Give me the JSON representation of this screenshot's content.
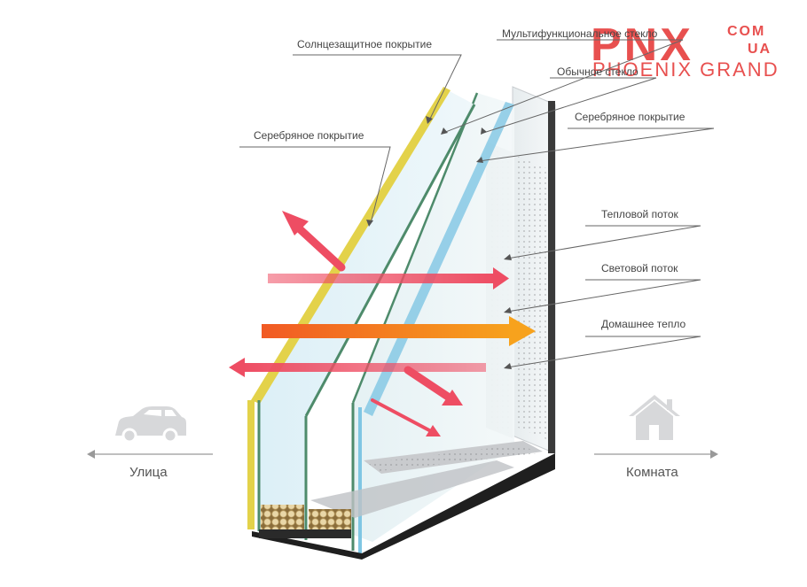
{
  "brand": {
    "name": "PNX",
    "domain_top": "COM",
    "domain_bottom": "UA",
    "subtitle": "PHOENIX GRAND",
    "color": "#e8504f"
  },
  "labels": {
    "sun_coating": "Солнцезащитное покрытие",
    "multifunctional_glass": "Мультифункциональное стекло",
    "regular_glass": "Обычное стекло",
    "silver_coating_right": "Серебряное покрытие",
    "silver_coating_left": "Серебряное покрытие",
    "heat_flow": "Тепловой поток",
    "light_flow": "Световой поток",
    "home_heat": "Домашнее тепло"
  },
  "sides": {
    "street": "Улица",
    "room": "Комната"
  },
  "icons": {
    "street": "car-icon",
    "room": "house-icon"
  },
  "colors": {
    "ray_red": "#ee4d63",
    "ray_orange": "#f7941d",
    "coating_yellow": "#e3d24a",
    "coating_blue": "#7fc6e3",
    "glass_edge_green": "#4e8b6b",
    "spacer_gray": "#b9bbbd",
    "label_text": "#444444",
    "leader_line": "#666666"
  }
}
